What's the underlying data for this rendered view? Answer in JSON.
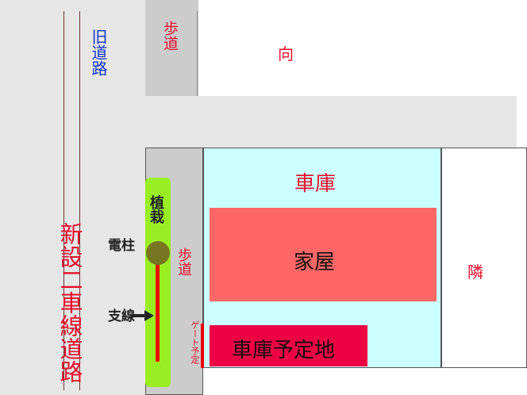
{
  "labels": {
    "old_road": "旧道路",
    "sidewalk_top": "歩道",
    "opposite": "向",
    "new_road": "新設二車線道路",
    "planting": "植栽",
    "pole": "電柱",
    "guy_wire": "支線",
    "sidewalk_right": "歩道",
    "garage": "車庫",
    "house": "家屋",
    "gate": "ゲート予定",
    "planned_garage": "車庫予定地",
    "neighbor": "隣"
  },
  "colors": {
    "road": "#e6e6e6",
    "sidewalk": "#cccccc",
    "lot": "#ccffff",
    "house": "#ff6666",
    "planned_garage": "#ee0044",
    "planting": "#99ee22",
    "pole": "#777722",
    "red_text": "#e8112d",
    "blue_text": "#1133cc"
  }
}
